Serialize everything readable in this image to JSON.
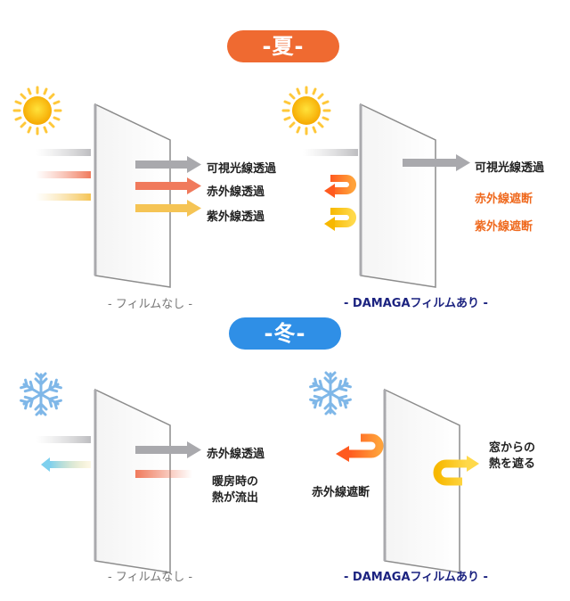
{
  "summer": {
    "badge": "-夏-",
    "left": {
      "labels": [
        "可視光線透過",
        "赤外線透過",
        "紫外線透過"
      ],
      "caption": "- フィルムなし -"
    },
    "right": {
      "labels": [
        "可視光線透過",
        "赤外線遮断",
        "紫外線遮断"
      ],
      "caption": "- DAMAGAフィルムあり -"
    }
  },
  "winter": {
    "badge": "-冬-",
    "left": {
      "label_infrared": "赤外線透過",
      "label_heat_line1": "暖房時の",
      "label_heat_line2": "熱が流出",
      "caption": "- フィルムなし -"
    },
    "right": {
      "label_block": "赤外線遮断",
      "label_window_line1": "窓からの",
      "label_window_line2": "熱を遮る",
      "caption": "- DAMAGAフィルムあり -"
    }
  },
  "colors": {
    "summer_accent": "#ef6a31",
    "winter_accent": "#2f8fe6",
    "visible_light": "#a9a9ad",
    "infrared": "#f07a5c",
    "ultraviolet": "#f5c455",
    "warning_text": "#ef6a1f",
    "caption_navy": "#1c2380"
  },
  "icons": [
    "sun-icon",
    "snowflake-icon"
  ]
}
